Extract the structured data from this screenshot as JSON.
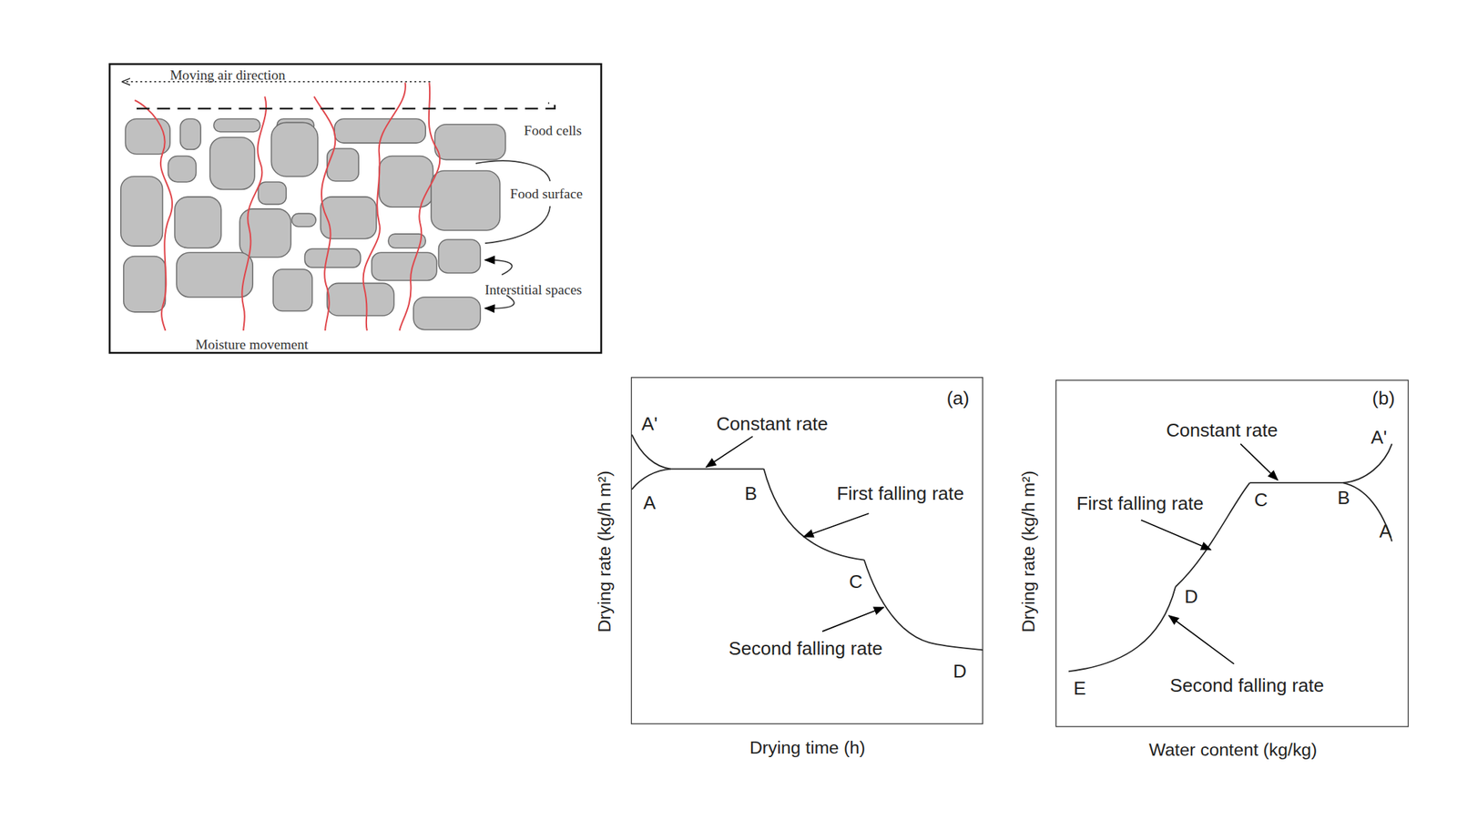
{
  "diagram": {
    "nodes": [
      {
        "text": [
          "Moving air direction",
          "Food cells",
          "Food surface",
          "Interstitial spaces",
          "Moisture movement"
        ]
      },
      {
        "text": [
          "(a)",
          "A'",
          "Constant rate",
          "A",
          "B",
          "First falling rate",
          "C",
          "Second falling rate",
          "D",
          "Drying rate (kg/h m²)",
          "Drying time (h)"
        ]
      },
      {
        "text": [
          "(b)",
          "Constant rate",
          "A'",
          "C",
          "B",
          "A",
          "First falling rate",
          "D",
          "Second falling rate",
          "E",
          "Drying rate (kg/h m²)",
          "Water content (kg/kg)"
        ]
      }
    ]
  }
}
